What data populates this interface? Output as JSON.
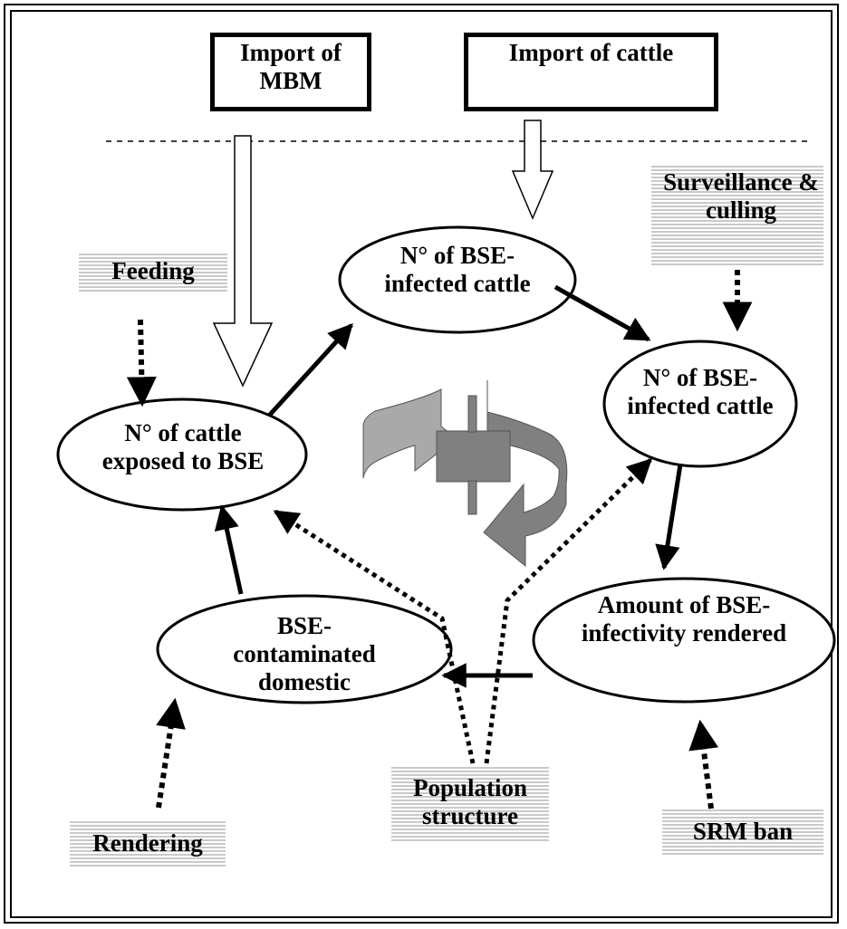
{
  "top_boxes": {
    "import_mbm": "Import of MBM",
    "import_cattle": "Import of cattle"
  },
  "nodes": {
    "exposed": "N° of cattle exposed to BSE",
    "infected_top": "N° of BSE-infected cattle",
    "infected_right": "N° of BSE-infected cattle",
    "rendered": "Amount of BSE-infectivity rendered",
    "contaminated": "BSE-contaminated domestic"
  },
  "factors": {
    "feeding": "Feeding",
    "surveillance": "Surveillance & culling",
    "rendering": "Rendering",
    "population": "Population structure",
    "srm": "SRM ban"
  },
  "colors": {
    "cycle_arrow_light": "#a9a9a9",
    "cycle_arrow_dark": "#808080",
    "hatch": "#c9c9c9"
  }
}
